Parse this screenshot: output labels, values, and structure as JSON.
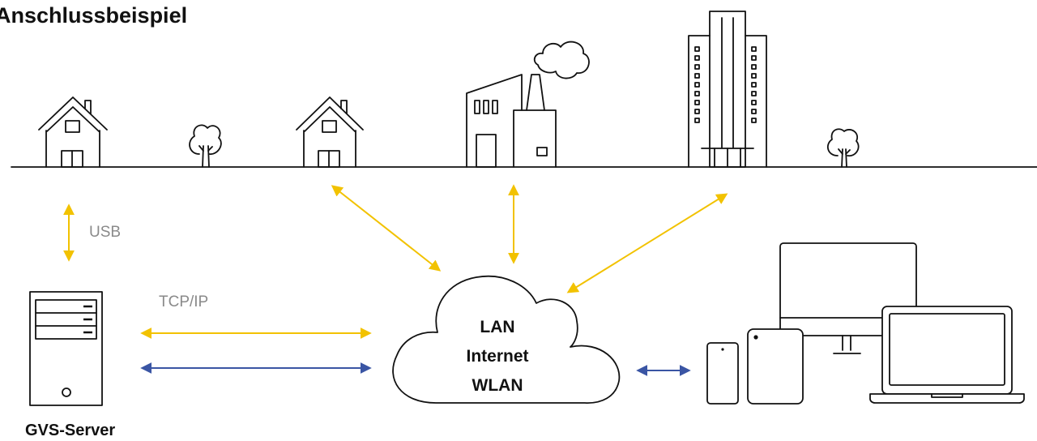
{
  "title": "Anschlussbeispiel",
  "labels": {
    "usb": "USB",
    "tcpip": "TCP/IP",
    "server": "GVS-Server"
  },
  "cloud": {
    "lines": [
      "LAN",
      "Internet",
      "WLAN"
    ]
  },
  "colors": {
    "yellow_arrow": "#f2c200",
    "blue_arrow": "#3a55a4",
    "line": "#111111",
    "label_gray": "#8a8a8a"
  },
  "icons": [
    "house-icon",
    "tree-icon",
    "factory-icon",
    "skyscraper-icon",
    "server-tower-icon",
    "cloud-icon",
    "smartphone-icon",
    "tablet-icon",
    "monitor-icon",
    "laptop-icon"
  ]
}
